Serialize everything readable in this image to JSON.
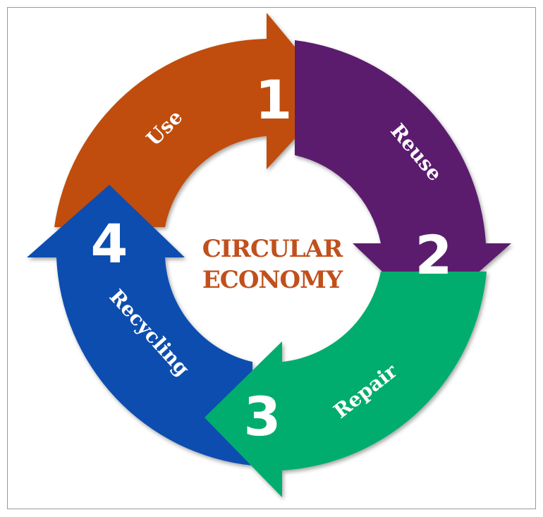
{
  "diagram": {
    "center": {
      "line1": "CIRCULAR",
      "line2": "ECONOMY",
      "color": "#c0501c"
    },
    "segments": [
      {
        "number": "1",
        "label": "Use",
        "color": "#c04d0a"
      },
      {
        "number": "2",
        "label": "Reuse",
        "color": "#5b1a6e"
      },
      {
        "number": "3",
        "label": "Repair",
        "color": "#06ad6e"
      },
      {
        "number": "4",
        "label": "Recycling",
        "color": "#0a4db0"
      }
    ]
  }
}
